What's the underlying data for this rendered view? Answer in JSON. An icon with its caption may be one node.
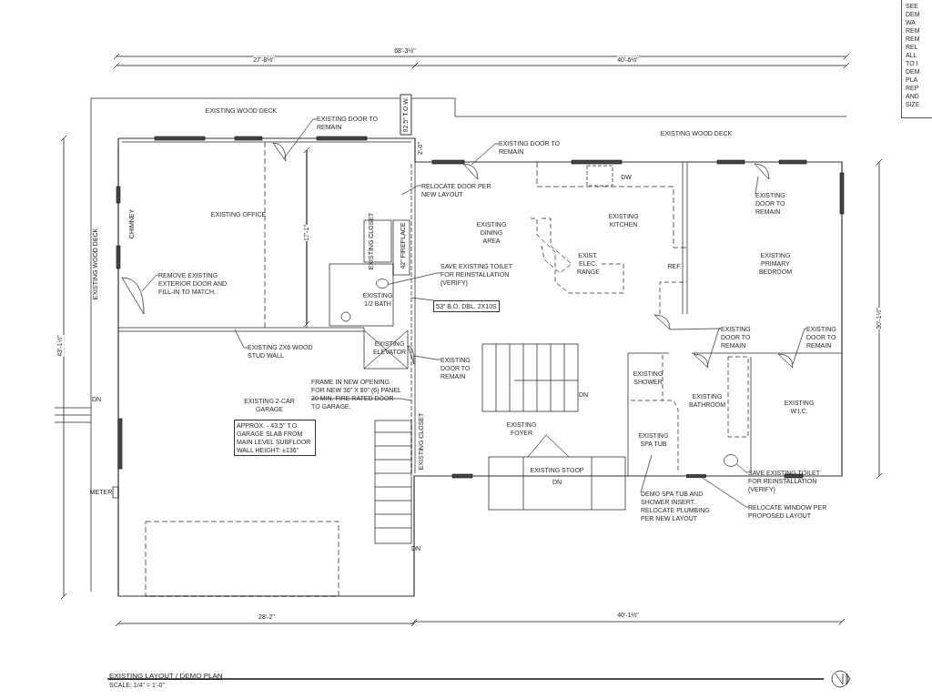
{
  "diagram": {
    "title": "EXISTING LAYOUT / DEMO PLAN",
    "caption": "SCALE: 1/4\" = 1'-0\"",
    "nodes": [
      {
        "text": [
          "EXISTING DOOR TO REMAIN"
        ]
      },
      {
        "text": [
          "REMOVE EXISTING EXTERIOR DOOR AND FILL-IN TO MATCH."
        ]
      },
      {
        "text": [
          "EXISTING DOOR TO REMAIN"
        ]
      },
      {
        "text": [
          "RELOCATE DOOR PER NEW LAYOUT"
        ]
      },
      {
        "text": [
          "EXISTING DOOR TO REMAIN"
        ]
      },
      {
        "text": [
          "SAVE EXISTING TOILET FOR REINSTALLATION (VERIFY)"
        ]
      },
      {
        "text": [
          "53\" B.O. DBL. 2X10S"
        ]
      },
      {
        "text": [
          "EXISTING 2X6 WOOD STUD WALL"
        ]
      },
      {
        "text": [
          "FRAME IN NEW OPENING FOR NEW 36\" X 80\" (6) PANEL 20 MIN. FIRE RATED DOOR TO GARAGE."
        ]
      },
      {
        "text": [
          "EXISTING DOOR TO REMAIN"
        ]
      },
      {
        "text": [
          "EXISTING DOOR TO REMAIN"
        ]
      },
      {
        "text": [
          "EXISTING DOOR TO REMAIN"
        ]
      },
      {
        "text": [
          "DEMO SPA TUB AND SHOWER INSERT. RELOCATE PLUMBING PER NEW LAYOUT"
        ]
      },
      {
        "text": [
          "SAVE EXISTING TOILET FOR REINSTALLATION (VERIFY)"
        ]
      },
      {
        "text": [
          "RELOCATE WINDOW PER PROPOSED LAYOUT"
        ]
      },
      {
        "text": [
          "APPROX. - 43.5\" T.O. GARAGE SLAB FROM MAIN LEVEL SUBFLOOR WALL HEIGHT: ±136\""
        ]
      },
      {
        "text": [
          "92.5\" T.O.W."
        ]
      },
      {
        "text": [],
        "shape": "door"
      },
      {
        "text": [],
        "shape": "door"
      },
      {
        "text": [],
        "shape": "door"
      },
      {
        "text": [],
        "shape": "door"
      },
      {
        "text": [],
        "shape": "toilet"
      },
      {
        "text": [],
        "shape": "door"
      },
      {
        "text": [],
        "shape": "door"
      },
      {
        "text": [],
        "shape": "door"
      },
      {
        "text": [],
        "shape": "door"
      },
      {
        "text": [],
        "shape": "toilet"
      },
      {
        "text": [],
        "shape": "window"
      }
    ],
    "edges": [
      {
        "from": 0,
        "to": 17,
        "arrow": "none"
      },
      {
        "from": 1,
        "to": 18,
        "arrow": "none"
      },
      {
        "from": 2,
        "to": 19,
        "arrow": "none"
      },
      {
        "from": 3,
        "to": null,
        "arrow": "none"
      },
      {
        "from": 4,
        "to": 20,
        "arrow": "none"
      },
      {
        "from": 5,
        "to": 21,
        "arrow": "none"
      },
      {
        "from": 6,
        "to": null,
        "arrow": "none"
      },
      {
        "from": 7,
        "to": null,
        "arrow": "none"
      },
      {
        "from": 8,
        "to": null,
        "arrow": "none"
      },
      {
        "from": 9,
        "to": 22,
        "arrow": "none"
      },
      {
        "from": 10,
        "to": 23,
        "arrow": "none"
      },
      {
        "from": 10,
        "to": 24,
        "arrow": "none"
      },
      {
        "from": 11,
        "to": 25,
        "arrow": "none"
      },
      {
        "from": 12,
        "to": null,
        "arrow": "none"
      },
      {
        "from": 13,
        "to": 26,
        "arrow": "none"
      },
      {
        "from": 14,
        "to": 27,
        "arrow": "none"
      }
    ],
    "labels": [
      "68'-3½\"",
      "27'-8½\"",
      "40'-6½\"",
      "EXISTING WOOD DECK",
      "2'-0\"",
      "EXISTING WOOD DECK",
      "EXISTING OFFICE",
      "CHIMNEY",
      "17'-1\"",
      "EXISTING WOOD DECK",
      "43'-1½\"",
      "EXISTING CLOSET",
      "42\" FIREPLACE",
      "EXISTING DINING AREA",
      "DW",
      "EXISTING KITCHEN",
      "EXIST. ELEC. RANGE",
      "REF.",
      "EXISTING PRIMARY BEDROOM",
      "30'-1½\"",
      "EXISTING 1/2 BATH",
      "EXISTING ELEVATOR",
      "DN",
      "EXISTING SHOWER",
      "EXISTING BATHROOM",
      "EXISTING W.I.C.",
      "DN",
      "EXISTING 2-CAR GARAGE",
      "EXISTING FOYER",
      "EXISTING CLOSET",
      "EXISTING SPA TUB",
      "EXISTING STOOP",
      "DN",
      "METER",
      "DN",
      "28'-2\"",
      "40'-1½\"",
      "SEE",
      "DEM",
      "WA",
      "REM",
      "REM",
      "REL",
      "ALL",
      "TO I",
      "DEM",
      "PLA",
      "REP",
      "AND",
      "SIZE"
    ]
  }
}
